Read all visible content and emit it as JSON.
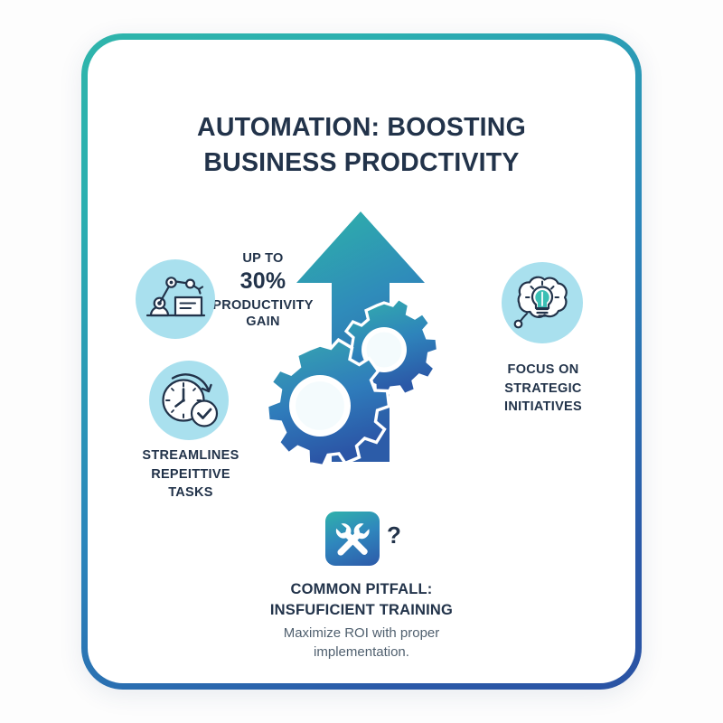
{
  "title": {
    "line1": "AUTOMATION: BOOSTING",
    "line2": "BUSINESS PRODCTIVITY"
  },
  "stat": {
    "prefix": "UP TO",
    "value": "30%",
    "label_line1": "PRODUCTIVITY",
    "label_line2": "GAIN"
  },
  "benefits": [
    {
      "icon": "robot-arm-icon",
      "label_line1": "UP TO",
      "label_line2": "30% PRODUCTIVITY GAIN"
    },
    {
      "icon": "clock-check-icon",
      "label_line1": "STREAMLINES",
      "label_line2": "REPEITTIVE",
      "label_line3": "TASKS"
    },
    {
      "icon": "lightbulb-thought-icon",
      "label_line1": "FOCUS ON",
      "label_line2": "STRATEGIC",
      "label_line3": "INITIATIVES"
    }
  ],
  "streamline_label": {
    "line1": "STREAMLINES",
    "line2": "REPEITTIVE",
    "line3": "TASKS"
  },
  "focus_label": {
    "line1": "FOCUS ON",
    "line2": "STRATEGIC",
    "line3": "INITIATIVES"
  },
  "pitfall": {
    "icon": "tools-wrench-screwdriver-icon",
    "question_mark": "?",
    "heading_line1": "COMMON PITFALL:",
    "heading_line2": "INSFUFICIENT TRAINING",
    "subtext_line1": "Maximize ROI with proper",
    "subtext_line2": "implementation."
  },
  "center_graphic": {
    "name": "growth-arrow-with-gears",
    "arrow": "upward-arrow",
    "gears": [
      "large-gear",
      "small-gear"
    ]
  },
  "colors": {
    "border_start": "#2fb5ab",
    "border_end": "#2a59a8",
    "text_dark": "#22334a",
    "text_muted": "#50606f",
    "icon_circle_bg": "#a9e0ee",
    "gradient_teal": "#2eb3a8",
    "gradient_blue": "#2c5ca8",
    "page_bg": "#fdfdfd"
  }
}
